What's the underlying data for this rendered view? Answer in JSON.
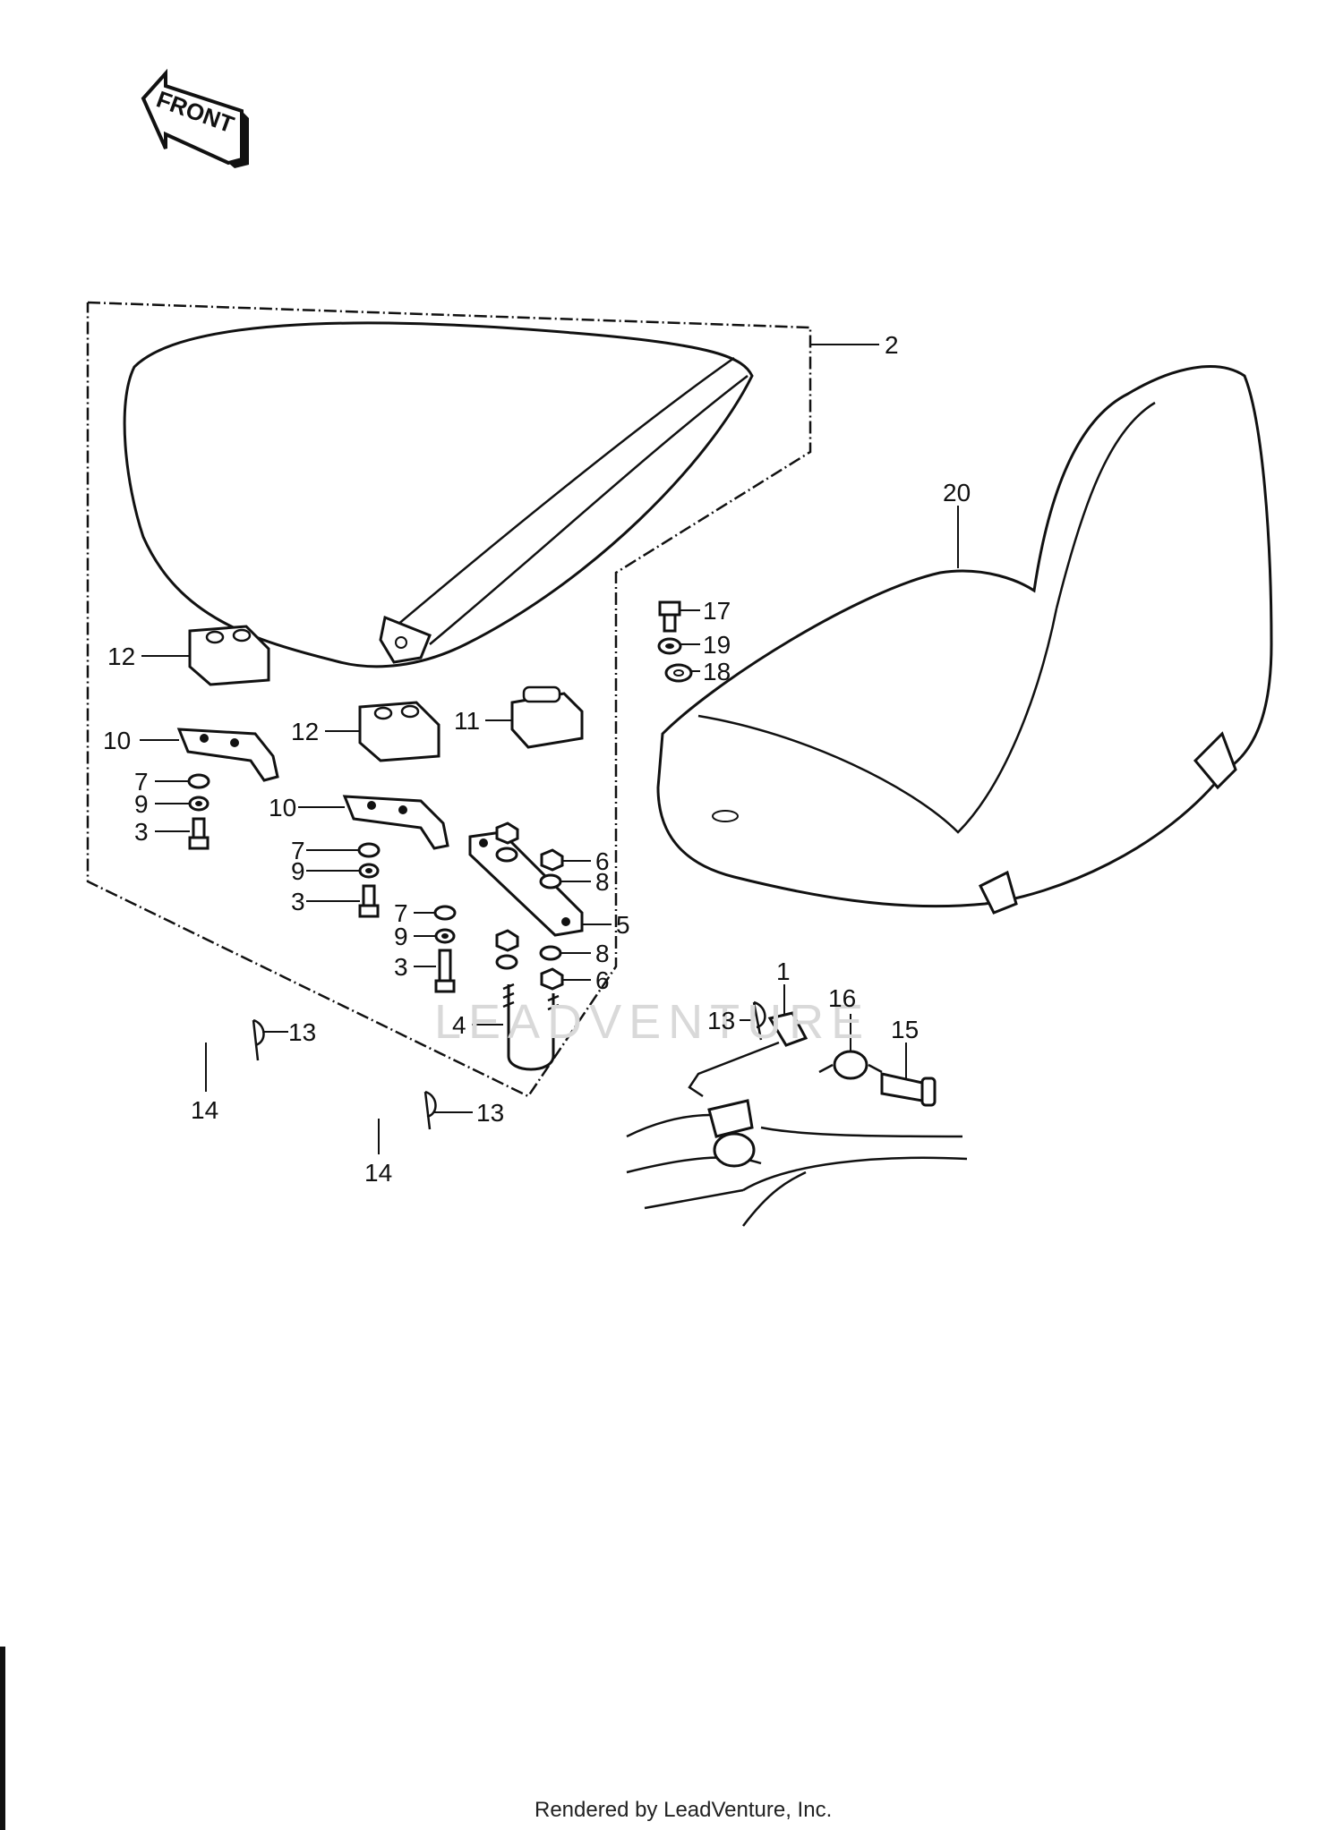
{
  "front_arrow": {
    "text": "FRONT"
  },
  "watermark": {
    "text": "LEADVENTURE"
  },
  "footer": {
    "text": "Rendered by LeadVenture, Inc."
  },
  "callouts": [
    {
      "id": "c2",
      "text": "2"
    },
    {
      "id": "c20",
      "text": "20"
    },
    {
      "id": "c17",
      "text": "17"
    },
    {
      "id": "c19",
      "text": "19"
    },
    {
      "id": "c18",
      "text": "18"
    },
    {
      "id": "c12a",
      "text": "12"
    },
    {
      "id": "c12b",
      "text": "12"
    },
    {
      "id": "c11",
      "text": "11"
    },
    {
      "id": "c10a",
      "text": "10"
    },
    {
      "id": "c10b",
      "text": "10"
    },
    {
      "id": "c7a",
      "text": "7"
    },
    {
      "id": "c9a",
      "text": "9"
    },
    {
      "id": "c3a",
      "text": "3"
    },
    {
      "id": "c7b",
      "text": "7"
    },
    {
      "id": "c9b",
      "text": "9"
    },
    {
      "id": "c3b",
      "text": "3"
    },
    {
      "id": "c7c",
      "text": "7"
    },
    {
      "id": "c9c",
      "text": "9"
    },
    {
      "id": "c3c",
      "text": "3"
    },
    {
      "id": "c6a",
      "text": "6"
    },
    {
      "id": "c8a",
      "text": "8"
    },
    {
      "id": "c5",
      "text": "5"
    },
    {
      "id": "c8b",
      "text": "8"
    },
    {
      "id": "c6b",
      "text": "6"
    },
    {
      "id": "c4",
      "text": "4"
    },
    {
      "id": "c13a",
      "text": "13"
    },
    {
      "id": "c14a",
      "text": "14"
    },
    {
      "id": "c13b",
      "text": "13"
    },
    {
      "id": "c14b",
      "text": "14"
    },
    {
      "id": "c1",
      "text": "1"
    },
    {
      "id": "c13c",
      "text": "13"
    },
    {
      "id": "c16",
      "text": "16"
    },
    {
      "id": "c15",
      "text": "15"
    }
  ]
}
